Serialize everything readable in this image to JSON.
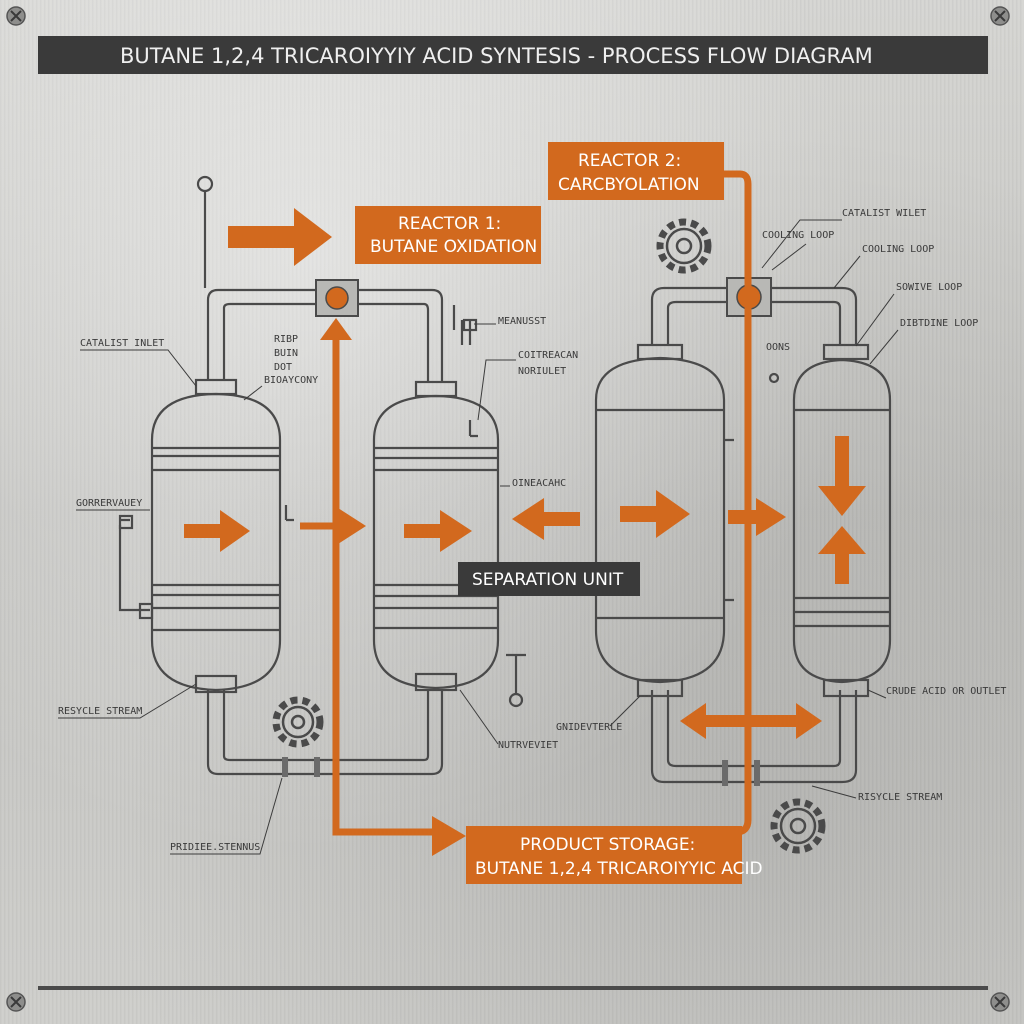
{
  "title": "BUTANE 1,2,4 TRICAROIYYIY ACID SYNTESIS - PROCESS FLOW DIAGRAM",
  "reactor1": {
    "line1": "REACTOR 1:",
    "line2": "BUTANE OXIDATION"
  },
  "reactor2": {
    "line1": "REACTOR 2:",
    "line2": "CARCBYOLATION"
  },
  "separation_unit": "SEPARATION UNIT",
  "product_storage": {
    "line1": "PRODUCT STORAGE:",
    "line2": "BUTANE 1,2,4 TRICAROIYYIC ACID"
  },
  "labels": {
    "catalyst_inlet_left": "CATALIST INLET",
    "ribp": "RIBP",
    "buin": "BUIN",
    "dot": "DOT",
    "bioaycony": "BIOAYCONY",
    "gorrervauey": "GORRERVAUEY",
    "resycle_stream": "RESYCLE STREAM",
    "pridiee_stenius": "PRIDIEE.STENNUS",
    "meanusst": "MEANUSST",
    "coitreacan": "COITREACAN",
    "noriulet": "NORIULET",
    "oineacahc": "OINEACAHC",
    "nutrveviet": "NUTRVEVIET",
    "gnidevterle": "GNIDEVTERLE",
    "catalist_wilet": "CATALIST WILET",
    "cooling_loop_1": "COOLING LOOP",
    "cooling_loop_2": "COOLING LOOP",
    "sowive_loop": "SOWIVE LOOP",
    "dibtdine_loop": "DIBTDINE LOOP",
    "oons": "OONS",
    "crude_acid_outlet": "CRUDE ACID OR OUTLET",
    "risycle_stream": "RISYCLE STREAM"
  },
  "colors": {
    "accent": "#d2691e",
    "linework": "#4a4a4a",
    "banner": "#3a3a3a"
  },
  "icons": [
    "gear-icon",
    "screw-icon",
    "valve-icon",
    "flow-arrow-icon"
  ]
}
